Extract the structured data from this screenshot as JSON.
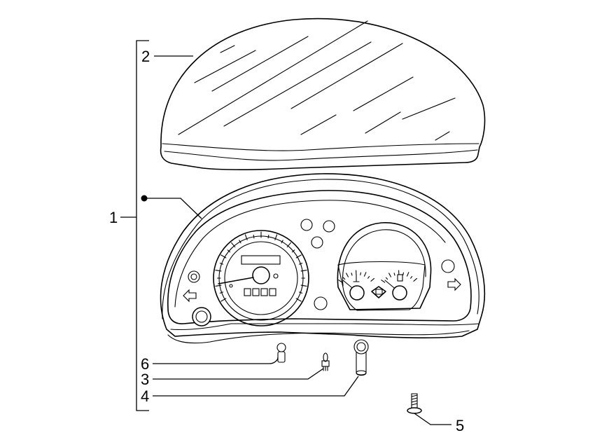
{
  "callouts": [
    {
      "id": "1",
      "label": "1"
    },
    {
      "id": "2",
      "label": "2"
    },
    {
      "id": "3",
      "label": "3"
    },
    {
      "id": "4",
      "label": "4"
    },
    {
      "id": "5",
      "label": "5"
    },
    {
      "id": "6",
      "label": "6"
    }
  ],
  "icons": {
    "turn_left": "arrow-left-icon",
    "turn_right": "arrow-right-icon",
    "temperature": "thermometer-icon",
    "fuel": "fuel-pump-icon",
    "brand": "logo-emblem-icon"
  }
}
